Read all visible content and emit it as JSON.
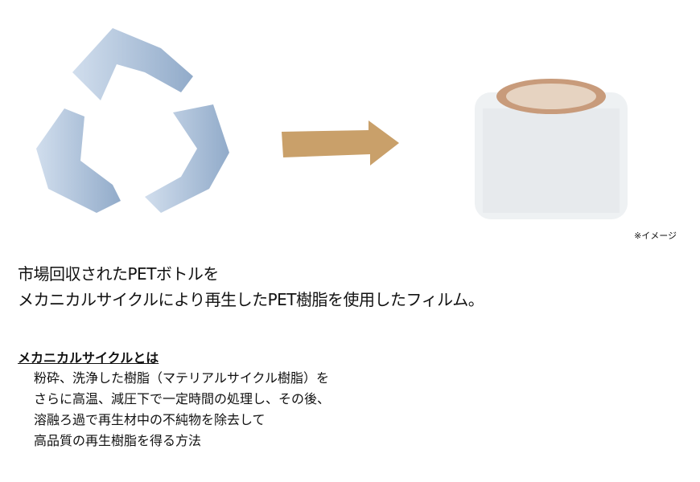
{
  "note": "※イメージ",
  "lead": [
    "市場回収されたPETボトルを",
    "メカニカルサイクルにより再生したPET樹脂を使用したフィルム。"
  ],
  "section": {
    "title": "メカニカルサイクルとは",
    "lines": [
      "粉砕、洗浄した樹脂（マテリアルサイクル樹脂）を",
      "さらに高温、減圧下で一定時間の処理し、その後、",
      "溶融ろ過で再生材中の不純物を除去して",
      "高品質の再生樹脂を得る方法"
    ]
  }
}
